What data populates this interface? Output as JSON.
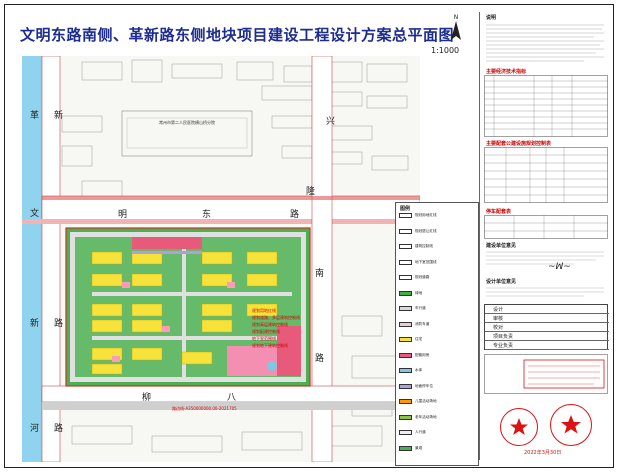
{
  "title": "文明东路南侧、革新路东侧地块项目建设工程设计方案总平面图",
  "scale": "1:1000",
  "north_label": "N",
  "roads": {
    "west_top": [
      "革",
      "新"
    ],
    "west_bottom": [
      "新",
      "路"
    ],
    "north_main": [
      "文",
      "明",
      "东",
      "路"
    ],
    "north_far": [
      "兴",
      "隆"
    ],
    "east": [
      "南",
      "路"
    ],
    "south": [
      "柳",
      "八"
    ],
    "southwest": [
      "河",
      "路"
    ]
  },
  "site_labels": {
    "hospital": "常州市第二人民医院横山桥分院",
    "property_line_note": "路边线-A350000000.00-2021705"
  },
  "legend": {
    "title": "图例",
    "items": [
      {
        "label": "规划用地红线",
        "color": "#ffffff"
      },
      {
        "label": "规划退让红线",
        "color": "#ffffff"
      },
      {
        "label": "建筑控制线",
        "color": "#ffffff"
      },
      {
        "label": "地下室范围线",
        "color": "#ffffff"
      },
      {
        "label": "规划道路",
        "color": "#ffffff"
      },
      {
        "label": "绿地",
        "color": "#3fae49"
      },
      {
        "label": "车行道",
        "color": "#d9d9d9"
      },
      {
        "label": "消防车道",
        "color": "#f2c9d4"
      },
      {
        "label": "住宅",
        "color": "#f6e23a"
      },
      {
        "label": "配套用房",
        "color": "#e85a7a"
      },
      {
        "label": "水体",
        "color": "#7ec8e3"
      },
      {
        "label": "地面停车位",
        "color": "#b39ddb"
      },
      {
        "label": "儿童活动场地",
        "color": "#ff9800"
      },
      {
        "label": "老年活动场地",
        "color": "#8bc34a"
      },
      {
        "label": "人行道",
        "color": "#efefef"
      },
      {
        "label": "景观",
        "color": "#4caf50"
      }
    ]
  },
  "plan_markers": [
    "规划用地红线",
    "规划道路、多层建筑控制线",
    "规划高层建筑控制线",
    "规划配建控制线",
    "地下室范围线",
    "规划地下建筑控制线"
  ],
  "panel": {
    "notes_title": "说明",
    "table1_title": "主要经济技术指标",
    "table2_title": "主要配套公建设施规划控制表",
    "table3_title": "停车配套表",
    "review_title": "建设单位意见",
    "design_title": "设计单位意见",
    "sig_rows": [
      "设计",
      "审核",
      "校对",
      "项目负责",
      "专业负责"
    ],
    "date": "2022年3月30日"
  }
}
